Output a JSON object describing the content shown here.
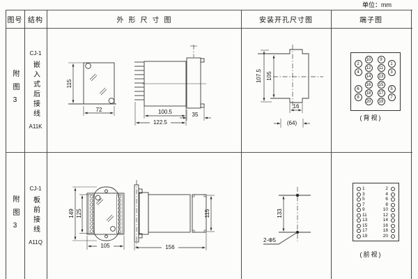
{
  "unit": "单位：mm",
  "headers": {
    "fig": "图号",
    "structure": "结构",
    "outline": "外形尺寸图",
    "install": "安装开孔尺寸图",
    "terminal": "端子图"
  },
  "rows": [
    {
      "fig": "附图3",
      "model": "CJ-1",
      "mount": "嵌入式后接线",
      "code": "A11K",
      "outline": {
        "h": "115",
        "w": "72",
        "body": "100.5",
        "total": "122.5",
        "flange": "35"
      },
      "install": {
        "outer": "107.5",
        "inner": "105",
        "notch": "16",
        "width": "(64)"
      },
      "terminal": {
        "caption": "(背视)",
        "mid_left": [
          10,
          12,
          14,
          16,
          18,
          20
        ],
        "mid_right": [
          9,
          11,
          13,
          15,
          17,
          19
        ],
        "outer_left": [
          2,
          4,
          6,
          8
        ],
        "outer_right": [
          1,
          3,
          5,
          7
        ]
      }
    },
    {
      "fig": "附图3",
      "model": "CJ-1",
      "mount": "板前接线",
      "code": "A11Q",
      "outline": {
        "plate": "149",
        "strip": "125",
        "w": "105",
        "total": "156",
        "h": "115"
      },
      "install": {
        "spacing": "133",
        "holes": "2-Φ5"
      },
      "terminal": {
        "caption": "(前视)",
        "left": [
          1,
          3,
          5,
          7,
          9,
          11,
          13,
          15,
          17,
          19
        ],
        "right": [
          2,
          4,
          6,
          8,
          10,
          12,
          14,
          16,
          18,
          20
        ]
      }
    }
  ]
}
